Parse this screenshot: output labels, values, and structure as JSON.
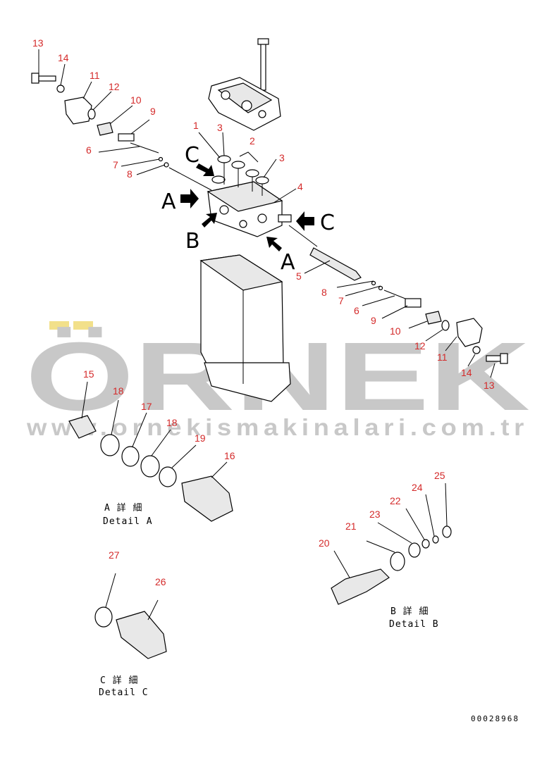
{
  "watermark": {
    "brand": "ÖRNEK",
    "url": "www.ornekismakinalari.com.tr",
    "dot_color": "#f2e08a"
  },
  "callouts": {
    "n1": "1",
    "n2": "2",
    "n3a": "3",
    "n3b": "3",
    "n4": "4",
    "n5": "5",
    "n6a": "6",
    "n7a": "7",
    "n8a": "8",
    "n9a": "9",
    "n10a": "10",
    "n11a": "11",
    "n12a": "12",
    "n13a": "13",
    "n14a": "14",
    "n8b": "8",
    "n7b": "7",
    "n6b": "6",
    "n9b": "9",
    "n10b": "10",
    "n12b": "12",
    "n11b": "11",
    "n14b": "14",
    "n13b": "13",
    "n15": "15",
    "n18a": "18",
    "n17": "17",
    "n18b": "18",
    "n19": "19",
    "n16": "16",
    "n20": "20",
    "n21": "21",
    "n23": "23",
    "n22": "22",
    "n24": "24",
    "n25": "25",
    "n27": "27",
    "n26": "26"
  },
  "view_letters": {
    "a_left": "A",
    "b_left": "B",
    "c_top": "C",
    "c_right": "C",
    "a_bottom": "A"
  },
  "details": {
    "a_jp": "A 詳 細",
    "a_en": "Detail A",
    "b_jp": "B 詳 細",
    "b_en": "Detail B",
    "c_jp": "C 詳 細",
    "c_en": "Detail C"
  },
  "drawing_code": "00028968"
}
